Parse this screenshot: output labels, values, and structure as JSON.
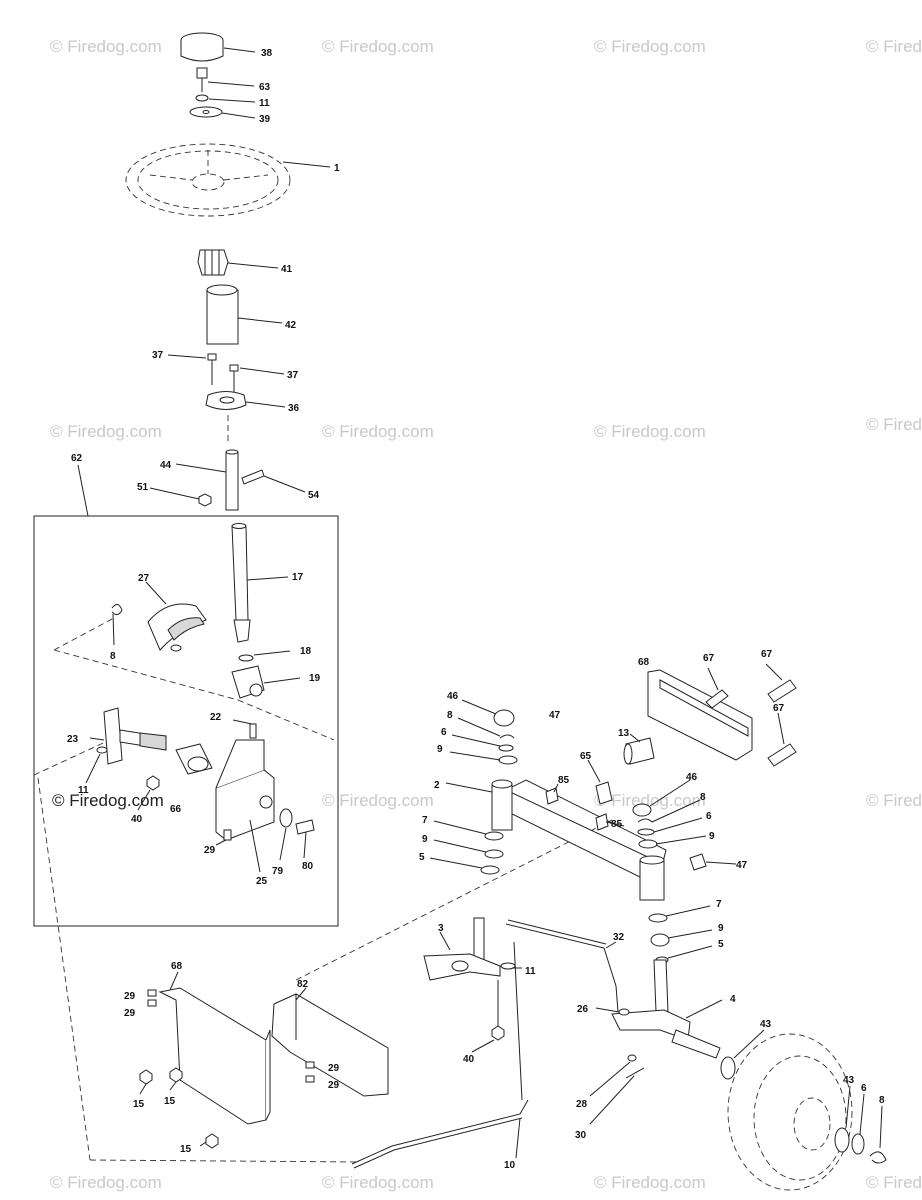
{
  "watermark": "© Firedog.com",
  "inset_watermark": "© Firedog.com",
  "callouts": {
    "c38": "38",
    "c63": "63",
    "c11a": "11",
    "c39": "39",
    "c1": "1",
    "c41": "41",
    "c42": "42",
    "c37a": "37",
    "c37b": "37",
    "c36": "36",
    "c62": "62",
    "c44": "44",
    "c51": "51",
    "c54": "54",
    "c17": "17",
    "c27": "27",
    "c8a": "8",
    "c18": "18",
    "c19": "19",
    "c22": "22",
    "c23": "23",
    "c11b": "11",
    "c40a": "40",
    "c66": "66",
    "c29a": "29",
    "c79": "79",
    "c80": "80",
    "c25": "25",
    "c68a": "68",
    "c67a": "67",
    "c67b": "67",
    "c67c": "67",
    "c13": "13",
    "c46a": "46",
    "c47a": "47",
    "c8b": "8",
    "c6a": "6",
    "c9a": "9",
    "c85a": "85",
    "c65": "65",
    "c2": "2",
    "c46b": "46",
    "c8c": "8",
    "c85b": "85",
    "c6b": "6",
    "c9b": "9",
    "c7a": "7",
    "c9c": "9",
    "c5a": "5",
    "c47b": "47",
    "c7b": "7",
    "c9d": "9",
    "c5b": "5",
    "c3": "3",
    "c32": "32",
    "c11c": "11",
    "c26": "26",
    "c4": "4",
    "c40b": "40",
    "c43a": "43",
    "c68b": "68",
    "c82": "82",
    "c29b": "29",
    "c29c": "29",
    "c29d": "29",
    "c29e": "29",
    "c15a": "15",
    "c15b": "15",
    "c15c": "15",
    "c28": "28",
    "c30": "30",
    "c10": "10",
    "c43b": "43",
    "c6c": "6",
    "c8d": "8"
  }
}
